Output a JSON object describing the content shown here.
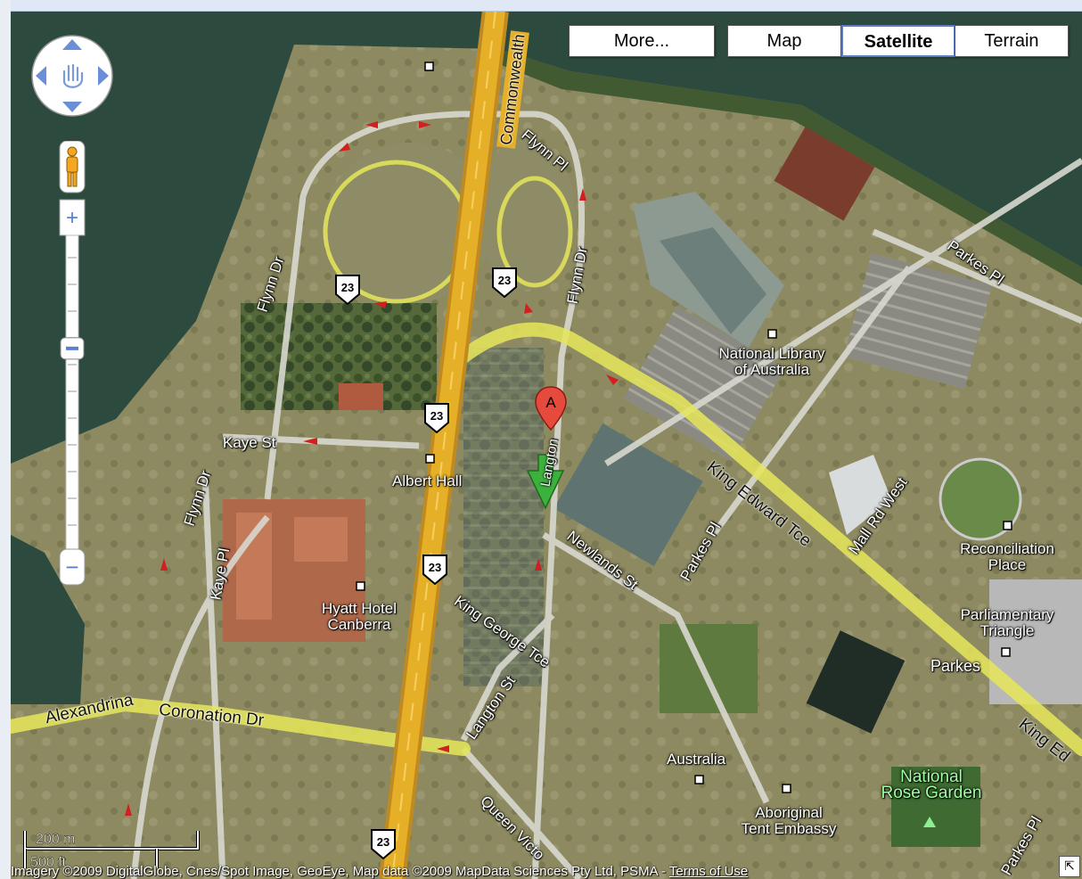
{
  "map_type_buttons": {
    "more": "More...",
    "map": "Map",
    "satellite": "Satellite",
    "terrain": "Terrain",
    "selected": "Satellite"
  },
  "zoom": {
    "plus": "+",
    "minus": "−",
    "level_fraction": 0.34
  },
  "street_labels": {
    "commonwealth": "Commonwealth",
    "flynn_pl": "Flynn Pl",
    "flynn_dr_a": "Flynn Dr",
    "flynn_dr_b": "Flynn Dr",
    "flynn_dr_c": "Flynn Dr",
    "parkes_pl_a": "Parkes Pl",
    "parkes_pl_b": "Parkes Pl",
    "parkes_pl_c": "Parkes Pl",
    "kaye_st": "Kaye St",
    "kaye_pl": "Kaye Pl",
    "langton": "Langton",
    "langton_st": "Langton St",
    "king_edward": "King Edward Tce",
    "king_ed_short": "King Ed",
    "newlands": "Newlands St",
    "mall_rd_west": "Mall Rd West",
    "king_george": "King George Tce",
    "alexandrina": "Alexandrina",
    "coronation": "Coronation Dr",
    "queen_victoria": "Queen Victo"
  },
  "place_labels": {
    "national_library_1": "National Library",
    "national_library_2": "of Australia",
    "albert_hall": "Albert Hall",
    "hyatt_1": "Hyatt Hotel",
    "hyatt_2": "Canberra",
    "reconciliation_1": "Reconciliation",
    "reconciliation_2": "Place",
    "parliamentary_1": "Parliamentary",
    "parliamentary_2": "Triangle",
    "parkes": "Parkes",
    "australia": "Australia",
    "aboriginal_1": "Aboriginal",
    "aboriginal_2": "Tent Embassy",
    "rose_1": "National",
    "rose_2": "Rose Garden"
  },
  "route_shield": "23",
  "marker_label": "A",
  "scale": {
    "metric": "200 m",
    "imperial": "500 ft"
  },
  "copyright": {
    "text": "Imagery ©2009 DigitalGlobe, Cnes/Spot Image, GeoEye, Map data ©2009 MapData Sciences Pty Ltd, PSMA - ",
    "terms": "Terms of Use"
  },
  "colors": {
    "water": "#2c4a3e",
    "land": "#6f7d55",
    "highway": "#e5b028",
    "highlight_road": "#e6e65a",
    "marker_red": "#e64a3c",
    "arrow_green": "#3cb23c"
  }
}
